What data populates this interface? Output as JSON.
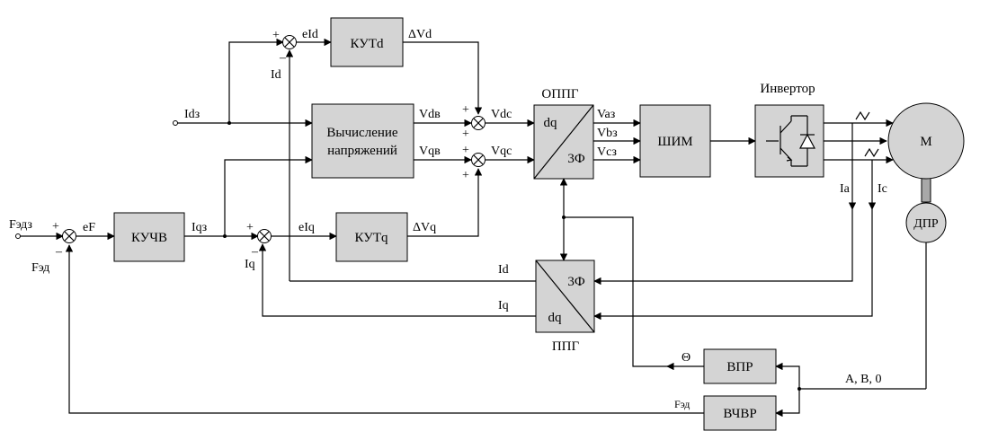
{
  "blocks": {
    "kutd": "КУТd",
    "kutq": "КУТq",
    "kuchv": "КУЧВ",
    "calc_line1": "Вычисление",
    "calc_line2": "напряжений",
    "shim": "ШИМ",
    "opp_top": "dq",
    "opp_bottom": "3Ф",
    "ppg_top": "3Ф",
    "ppg_bottom": "dq",
    "vpr": "ВПР",
    "vchvr": "ВЧВР",
    "motor": "M",
    "dpr": "ДПР"
  },
  "titles": {
    "oppg": "ОППГ",
    "ppg": "ППГ",
    "inverter": "Инвертор"
  },
  "signals": {
    "idz": "Idз",
    "id_fb": "Id",
    "eid": "eId",
    "dvd": "ΔVd",
    "vdv": "Vdв",
    "vqv": "Vqв",
    "vdc": "Vdc",
    "vqc": "Vqc",
    "vaz": "Vaз",
    "vbz": "Vbз",
    "vcz": "Vcз",
    "fedz": "Fэдз",
    "ef": "eF",
    "fed": "Fэд",
    "iqz": "Iqз",
    "eiq": "eIq",
    "dvq": "ΔVq",
    "iq_fb": "Iq",
    "ia": "Ia",
    "ic": "Ic",
    "id_ppg": "Id",
    "iq_ppg": "Iq",
    "theta": "Θ",
    "abo": "A, B, 0",
    "fed_vchvr": "Fэд"
  },
  "signs": {
    "plus": "+",
    "minus": "–"
  }
}
